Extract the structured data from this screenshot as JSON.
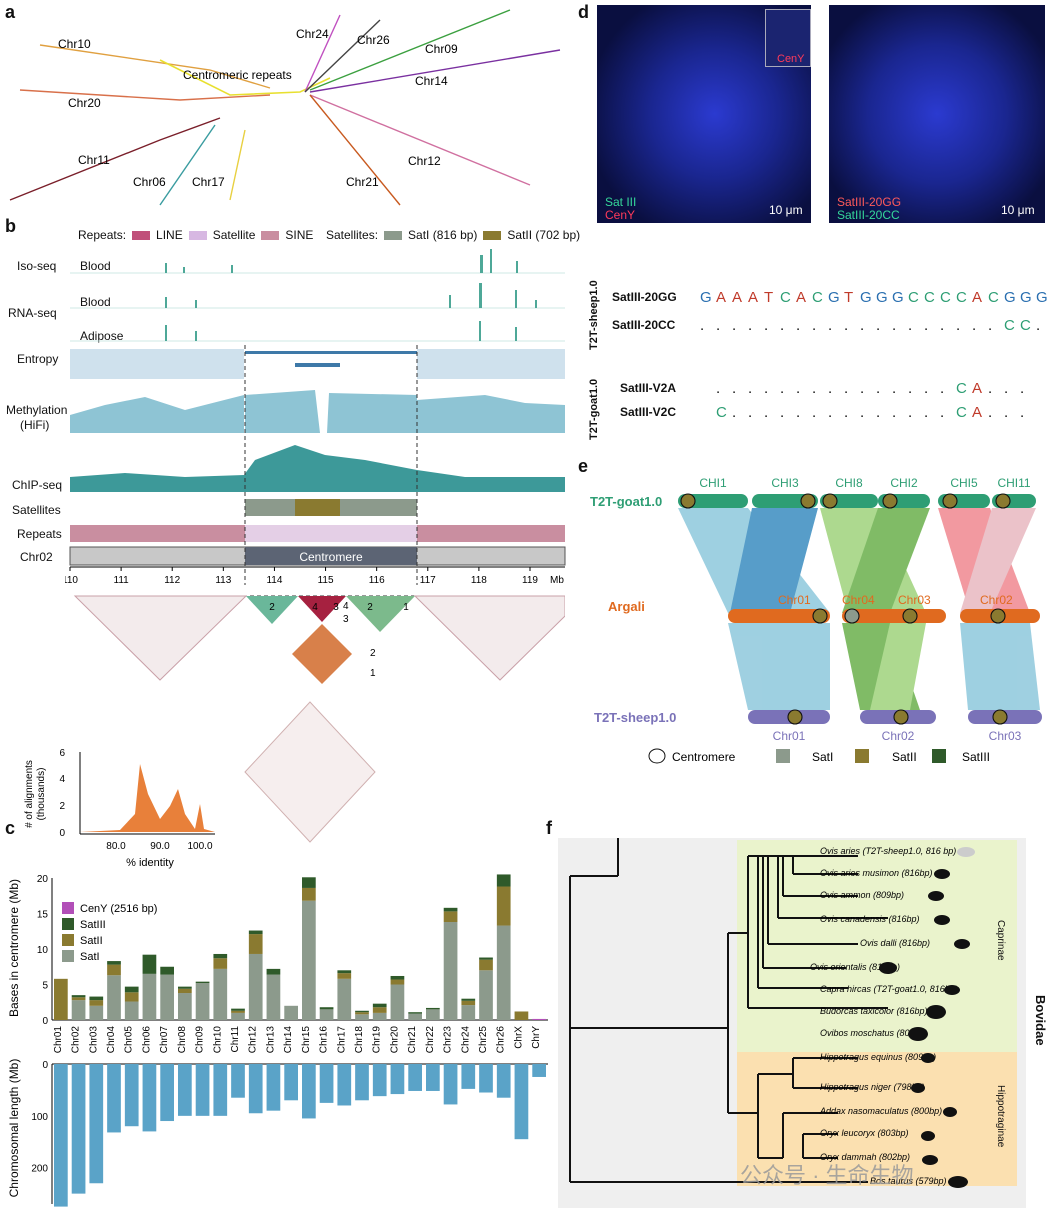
{
  "panels": {
    "a": "a",
    "b": "b",
    "c": "c",
    "d": "d",
    "e": "e",
    "f": "f"
  },
  "panel_a": {
    "center_label": "Centromeric repeats",
    "chromosomes": [
      "Chr10",
      "Chr20",
      "Chr11",
      "Chr06",
      "Chr17",
      "Chr24",
      "Chr26",
      "Chr09",
      "Chr14",
      "Chr12",
      "Chr21"
    ]
  },
  "panel_b": {
    "repeats_legend_title": "Repeats:",
    "repeats_legend": [
      "LINE",
      "Satellite",
      "SINE"
    ],
    "satellites_legend_title": "Satellites:",
    "satellites_legend": [
      "SatI (816 bp)",
      "SatII (702 bp)"
    ],
    "tracks": {
      "isoseq": "Iso-seq",
      "blood1": "Blood",
      "rnaseq": "RNA-seq",
      "blood2": "Blood",
      "adipose": "Adipose",
      "entropy": "Entropy",
      "methylation": "Methylation",
      "methylation_sub": "(HiFi)",
      "chipseq": "ChIP-seq",
      "satellites": "Satellites",
      "repeats": "Repeats",
      "chr02": "Chr02"
    },
    "centromere_label": "Centromere",
    "axis_ticks": [
      "110",
      "111",
      "112",
      "113",
      "114",
      "115",
      "116",
      "117",
      "118",
      "119"
    ],
    "axis_unit": "Mb",
    "block_labels": [
      "2",
      "4",
      "3",
      "2",
      "1"
    ],
    "arrow_labels": [
      "4",
      "3",
      "2",
      "1"
    ],
    "inset": {
      "ylabel": "# of alignments",
      "ylabel2": "(thousands)",
      "xlabel": "% identity",
      "yticks": [
        "0",
        "2",
        "4",
        "6"
      ],
      "xticks": [
        "80.0",
        "90.0",
        "100.0"
      ]
    }
  },
  "panel_d": {
    "left_labels": [
      "Sat III",
      "CenY"
    ],
    "inset_label": "CenY",
    "scale": "10 μm",
    "right_labels": [
      "SatIII-20GG",
      "SatIII-20CC"
    ],
    "scale2": "10 μm",
    "group1": "T2T-sheep1.0",
    "group2": "T2T-goat1.0",
    "rows": [
      {
        "name": "SatIII-20GG",
        "seq": "GAAATCACGTGGGCCCCACGGG"
      },
      {
        "name": "SatIII-20CC",
        "seq": "...................CC."
      },
      {
        "name": "SatIII-V2A",
        "seq": "...............CA..."
      },
      {
        "name": "SatIII-V2C",
        "seq": "C..............CA..."
      }
    ]
  },
  "panel_e": {
    "goat_label": "T2T-goat1.0",
    "argali_label": "Argali",
    "sheep_label": "T2T-sheep1.0",
    "goat_chrs": [
      "CHI1",
      "CHI3",
      "CHI8",
      "CHI2",
      "CHI5",
      "CHI11"
    ],
    "argali_chrs": [
      "Chr01",
      "Chr04",
      "Chr03",
      "Chr02"
    ],
    "sheep_chrs": [
      "Chr01",
      "Chr02",
      "Chr03"
    ],
    "legend": [
      "Centromere",
      "SatI",
      "SatII",
      "SatIII"
    ],
    "colors": {
      "goat": "#2e9e74",
      "argali": "#e06a1f",
      "sheep": "#7a72b8",
      "satI": "#8c9a8c",
      "satII": "#8a7a30",
      "satIII": "#2f5a2a"
    }
  },
  "panel_f": {
    "family": "Bovidae",
    "subfamilies": [
      "Caprinae",
      "Hippotraginae"
    ],
    "taxa": [
      "Ovis aries (T2T-sheep1.0, 816 bp)",
      "Ovis aries musimon (816bp)",
      "Ovis ammon (809bp)",
      "Ovis canadensis (816bp)",
      "Ovis dalli (816bp)",
      "Ovis orientalis (816bp)",
      "Capra hircas (T2T-goat1.0, 816bp)",
      "Budorcas taxicolor (816bp)",
      "Ovibos moschatus (803bp)",
      "Hippotragus equinus (809bp)",
      "Hippotragus niger (798bp)",
      "Addax nasomaculatus (800bp)",
      "Oryx leucoryx (803bp)",
      "Oryx dammah (802bp)",
      "Bos taurus (579bp)"
    ],
    "watermark": "公众号 · 生命生物"
  },
  "chart_data": [
    {
      "type": "bar",
      "title": "",
      "ylabel": "Bases in centromere (Mb)",
      "ylim": [
        0,
        20
      ],
      "yticks": [
        "0",
        "5",
        "10",
        "15",
        "20"
      ],
      "categories": [
        "Chr01",
        "Chr02",
        "Chr03",
        "Chr04",
        "Chr05",
        "Chr06",
        "Chr07",
        "Chr08",
        "Chr09",
        "Chr10",
        "Chr11",
        "Chr12",
        "Chr13",
        "Chr14",
        "Chr15",
        "Chr16",
        "Chr17",
        "Chr18",
        "Chr19",
        "Chr20",
        "Chr21",
        "Chr22",
        "Chr23",
        "Chr24",
        "Chr25",
        "Chr26",
        "ChrX",
        "ChrY"
      ],
      "series": [
        {
          "name": "SatI",
          "color": "#8c9a8c",
          "values": [
            0,
            2.8,
            2.0,
            6.3,
            2.6,
            6.5,
            6.4,
            3.8,
            5.2,
            7.2,
            1.0,
            9.3,
            6.4,
            2.0,
            16.8,
            1.5,
            5.8,
            0.8,
            1.0,
            5.0,
            0.9,
            1.5,
            13.8,
            2.1,
            7.0,
            13.3,
            0,
            0
          ]
        },
        {
          "name": "SatII",
          "color": "#8a7a30",
          "values": [
            5.8,
            0.4,
            0.8,
            1.5,
            1.3,
            0,
            0,
            0.6,
            0,
            1.5,
            0.3,
            2.8,
            0,
            0,
            1.8,
            0,
            0.8,
            0.3,
            0.8,
            0.7,
            0,
            0,
            1.5,
            0.6,
            1.5,
            5.5,
            1.2,
            0
          ]
        },
        {
          "name": "SatIII",
          "color": "#2f5a2a",
          "values": [
            0,
            0.3,
            0.5,
            0.5,
            0.8,
            2.7,
            1.1,
            0.3,
            0.2,
            0.6,
            0.3,
            0.5,
            0.8,
            0,
            1.5,
            0.3,
            0.4,
            0.2,
            0.5,
            0.5,
            0.2,
            0.2,
            0.5,
            0.3,
            0.3,
            1.7,
            0,
            0
          ]
        },
        {
          "name": "CenY (2516 bp)",
          "color": "#b24fb8",
          "values": [
            0,
            0,
            0,
            0,
            0,
            0,
            0,
            0,
            0,
            0,
            0,
            0,
            0,
            0,
            0,
            0,
            0,
            0,
            0,
            0,
            0,
            0,
            0,
            0,
            0,
            0,
            0,
            0.15
          ]
        }
      ]
    },
    {
      "type": "bar",
      "title": "",
      "ylabel": "Chromosomal length (Mb)",
      "ylim": [
        0,
        270
      ],
      "yticks": [
        "0",
        "100",
        "200"
      ],
      "categories": [
        "Chr01",
        "Chr02",
        "Chr03",
        "Chr04",
        "Chr05",
        "Chr06",
        "Chr07",
        "Chr08",
        "Chr09",
        "Chr10",
        "Chr11",
        "Chr12",
        "Chr13",
        "Chr14",
        "Chr15",
        "Chr16",
        "Chr17",
        "Chr18",
        "Chr19",
        "Chr20",
        "Chr21",
        "Chr22",
        "Chr23",
        "Chr24",
        "Chr25",
        "Chr26",
        "ChrX",
        "ChrY"
      ],
      "series": [
        {
          "name": "",
          "color": "#5aa3c8",
          "values": [
            275,
            250,
            230,
            132,
            120,
            130,
            110,
            100,
            100,
            100,
            65,
            95,
            90,
            70,
            105,
            75,
            80,
            70,
            62,
            58,
            52,
            52,
            78,
            48,
            55,
            65,
            145,
            25
          ]
        }
      ]
    }
  ]
}
